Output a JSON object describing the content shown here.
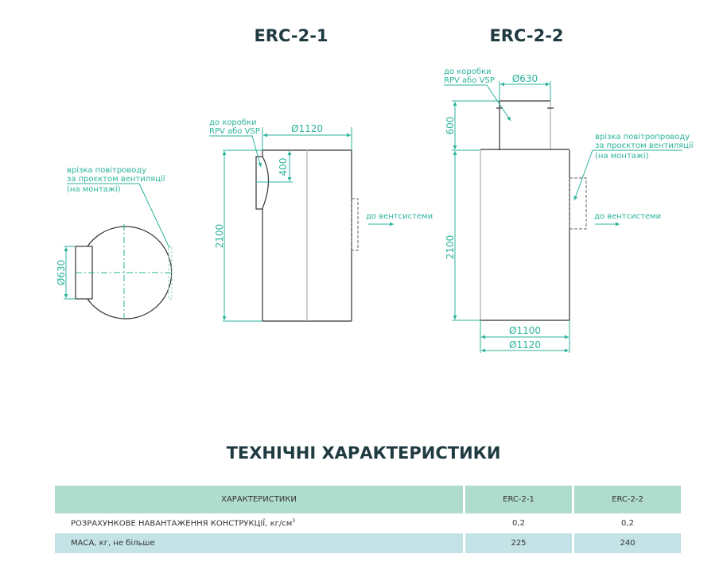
{
  "drawings": {
    "erc21": {
      "title": "ERC-2-1",
      "label_box": [
        "до коробки",
        "RPV або VSP"
      ],
      "label_cut": [
        "врізка повітроводу",
        "за проєктом вентиляції",
        "(на монтажі)"
      ],
      "label_vent": "до вентсистеми",
      "dim_diameter": "Ø1120",
      "dim_height": "2100",
      "dim_box": "400",
      "dim_duct": "Ø630"
    },
    "erc22": {
      "title": "ERC-2-2",
      "label_box": [
        "до коробки",
        "RPV або VSP"
      ],
      "label_cut": [
        "врізка повітропроводу",
        "за проєктом вентиляції",
        "(на монтажі)"
      ],
      "label_vent": "до вентсистеми",
      "dim_pipe": "Ø630",
      "dim_pipe_height": "600",
      "dim_height": "2100",
      "dim_inner": "Ø1100",
      "dim_outer": "Ø1120"
    }
  },
  "specs": {
    "title": "ТЕХНІЧНІ ХАРАКТЕРИСТИКИ",
    "headers": [
      "ХАРАКТЕРИСТИКИ",
      "ERC-2-1",
      "ERC-2-2"
    ],
    "rows": [
      {
        "name": "РОЗРАХУНКОВЕ НАВАНТАЖЕННЯ КОНСТРУКЦІЇ, кг/см",
        "sup": "3",
        "v1": "0,2",
        "v2": "0,2"
      },
      {
        "name": "МАСА, кг, не більше",
        "v1": "225",
        "v2": "240"
      }
    ]
  },
  "colors": {
    "accent": "#2bb39b",
    "header_bg": "#b0dccd",
    "row_bg": "#c3e3e6",
    "title": "#1f3a40"
  }
}
